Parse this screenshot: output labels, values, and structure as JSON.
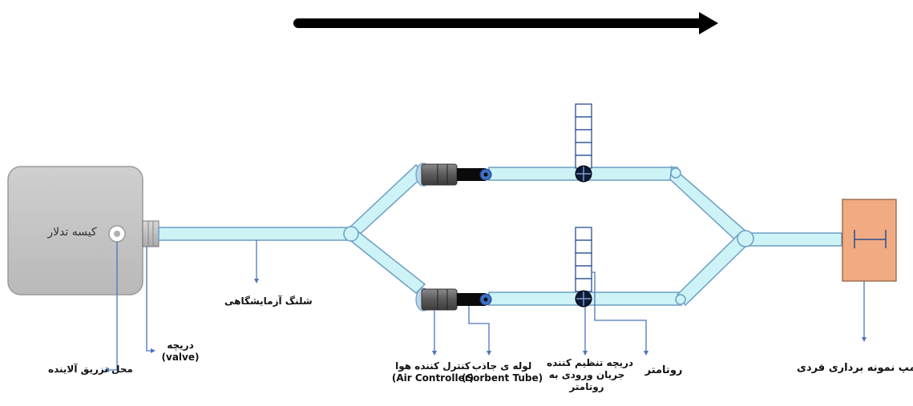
{
  "bag": {
    "label": "کیسه تدلار"
  },
  "labels": {
    "injection_site": "محل تزریق آلاینده",
    "valve_fa": "دریچه",
    "valve_en": "(valve)",
    "lab_hose": "شلنگ آزمایشگاهی",
    "air_controller_fa": "کنترل کننده هوا",
    "air_controller_en": "(Air Controller)",
    "sorbent_tube_fa": "لوله ی جاذب",
    "sorbent_tube_en": "(Sorbent Tube)",
    "flow_valve_line1": "دریچه تنظیم کننده",
    "flow_valve_line2": "جریان ورودی به",
    "flow_valve_line3": "روتامتر",
    "rotameter": "روتامتر",
    "pump": "پمپ نمونه برداری فردی"
  },
  "colors": {
    "tube_fill": "#cdf3f7",
    "tube_stroke": "#6d9ec3",
    "bag_fill": "#c8c8c8",
    "pump_fill": "#f0ab82",
    "pointer": "#4a75c0",
    "arrow": "#000000"
  }
}
